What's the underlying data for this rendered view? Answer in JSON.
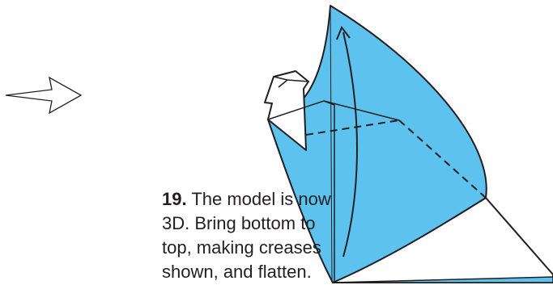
{
  "step": {
    "number": "19.",
    "lines": [
      "The model is now",
      "3D.  Bring bottom to",
      "top, making creases",
      "shown, and flatten."
    ]
  },
  "colors": {
    "paper_blue": "#5dc3ee",
    "paper_white": "#ffffff",
    "line": "#231f20"
  },
  "icons": {
    "next_arrow": "outline-arrow-right-icon",
    "fold_arrow": "curved-arrow-up-icon"
  }
}
